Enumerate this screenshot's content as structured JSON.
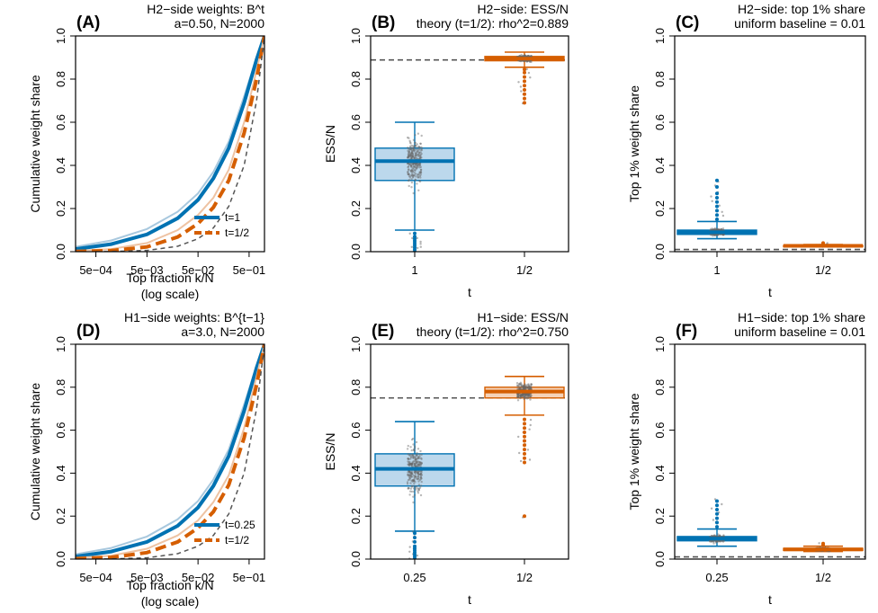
{
  "colors": {
    "blue": "#0072b2",
    "orange": "#d55e00",
    "blue_light": "#a8c8de",
    "orange_light": "#eec3a3",
    "box_fill_blue": "#bcd8ec",
    "box_fill_orange": "#f5d2b8",
    "jitter": "#666666",
    "reference": "#555555"
  },
  "chart_data": [
    {
      "id": "A",
      "type": "line",
      "label": "(A)",
      "title": [
        "H2−side weights:  B^t",
        "a=0.50,  N=2000"
      ],
      "xlabel": [
        "Top fraction k/N",
        "(log scale)"
      ],
      "ylabel": "Cumulative weight share",
      "xscale": "log",
      "xlim": [
        0.0002,
        1
      ],
      "ylim": [
        0,
        1
      ],
      "xticks": [
        0.0005,
        0.005,
        0.05,
        0.5
      ],
      "xticklabels": [
        "5e−04",
        "5e−03",
        "5e−02",
        "5e−01"
      ],
      "yticks": [
        0,
        0.2,
        0.4,
        0.6,
        0.8,
        1
      ],
      "yticklabels": [
        "0.0",
        "0.2",
        "0.4",
        "0.6",
        "0.8",
        "1.0"
      ],
      "legend": {
        "position": "bottom-right",
        "entries": [
          {
            "label": "t=1",
            "color": "blue",
            "dash": false
          },
          {
            "label": "t=1/2",
            "color": "orange",
            "dash": true
          }
        ]
      },
      "series": [
        {
          "color": "blue_light",
          "width": 2,
          "dash": false,
          "points": [
            [
              0.0002,
              0.022
            ],
            [
              0.001,
              0.052
            ],
            [
              0.005,
              0.105
            ],
            [
              0.02,
              0.185
            ],
            [
              0.05,
              0.27
            ],
            [
              0.1,
              0.37
            ],
            [
              0.2,
              0.51
            ],
            [
              0.4,
              0.72
            ],
            [
              0.7,
              0.9
            ],
            [
              1,
              1
            ]
          ]
        },
        {
          "color": "blue",
          "width": 4,
          "dash": false,
          "points": [
            [
              0.0002,
              0.012
            ],
            [
              0.001,
              0.035
            ],
            [
              0.005,
              0.08
            ],
            [
              0.02,
              0.155
            ],
            [
              0.05,
              0.24
            ],
            [
              0.1,
              0.34
            ],
            [
              0.2,
              0.48
            ],
            [
              0.4,
              0.69
            ],
            [
              0.7,
              0.89
            ],
            [
              1,
              1
            ]
          ]
        },
        {
          "color": "orange_light",
          "width": 2,
          "dash": false,
          "points": [
            [
              0.0002,
              0.004
            ],
            [
              0.001,
              0.012
            ],
            [
              0.005,
              0.04
            ],
            [
              0.02,
              0.1
            ],
            [
              0.05,
              0.17
            ],
            [
              0.1,
              0.25
            ],
            [
              0.2,
              0.38
            ],
            [
              0.4,
              0.6
            ],
            [
              0.7,
              0.84
            ],
            [
              1,
              1
            ]
          ]
        },
        {
          "color": "orange",
          "width": 4,
          "dash": true,
          "points": [
            [
              0.0002,
              0.001
            ],
            [
              0.001,
              0.005
            ],
            [
              0.005,
              0.022
            ],
            [
              0.02,
              0.068
            ],
            [
              0.05,
              0.13
            ],
            [
              0.1,
              0.205
            ],
            [
              0.2,
              0.33
            ],
            [
              0.4,
              0.55
            ],
            [
              0.7,
              0.8
            ],
            [
              1,
              1
            ]
          ]
        },
        {
          "color": "reference",
          "width": 1.5,
          "dash": true,
          "points": [
            [
              0.0005,
              0
            ],
            [
              0.001,
              0.001
            ],
            [
              0.005,
              0.006
            ],
            [
              0.02,
              0.025
            ],
            [
              0.05,
              0.06
            ],
            [
              0.1,
              0.11
            ],
            [
              0.2,
              0.21
            ],
            [
              0.4,
              0.4
            ],
            [
              0.7,
              0.7
            ],
            [
              1,
              1
            ]
          ]
        }
      ]
    },
    {
      "id": "B",
      "type": "box",
      "label": "(B)",
      "title": [
        "H2−side:  ESS/N",
        "theory (t=1/2):  rho^2=0.889"
      ],
      "xlabel": [
        "t"
      ],
      "ylabel": "ESS/N",
      "ylim": [
        0,
        1
      ],
      "yticks": [
        0,
        0.2,
        0.4,
        0.6,
        0.8,
        1
      ],
      "yticklabels": [
        "0.0",
        "0.2",
        "0.4",
        "0.6",
        "0.8",
        "1.0"
      ],
      "categories": [
        "1",
        "1/2"
      ],
      "reference_line": 0.889,
      "boxes": [
        {
          "category": "1",
          "color": "blue",
          "fill": "box_fill_blue",
          "min": 0.1,
          "q1": 0.33,
          "median": 0.42,
          "q3": 0.48,
          "max": 0.6,
          "outliers_low": [
            0.0,
            0.01,
            0.02,
            0.03,
            0.04,
            0.05,
            0.06,
            0.07,
            0.085
          ],
          "outliers_high": []
        },
        {
          "category": "1/2",
          "color": "orange",
          "fill": "box_fill_orange",
          "min": 0.855,
          "q1": 0.885,
          "median": 0.895,
          "q3": 0.905,
          "max": 0.925,
          "outliers_low": [
            0.69,
            0.71,
            0.73,
            0.75,
            0.77,
            0.79,
            0.81,
            0.83,
            0.845
          ],
          "outliers_high": []
        }
      ]
    },
    {
      "id": "C",
      "type": "box",
      "label": "(C)",
      "title": [
        "H2−side:  top 1% share",
        "uniform baseline = 0.01"
      ],
      "xlabel": [
        "t"
      ],
      "ylabel": "Top 1% weight share",
      "ylim": [
        0,
        1
      ],
      "yticks": [
        0,
        0.2,
        0.4,
        0.6,
        0.8,
        1
      ],
      "yticklabels": [
        "0.0",
        "0.2",
        "0.4",
        "0.6",
        "0.8",
        "1.0"
      ],
      "categories": [
        "1",
        "1/2"
      ],
      "reference_line": 0.01,
      "boxes": [
        {
          "category": "1",
          "color": "blue",
          "fill": "box_fill_blue",
          "min": 0.06,
          "q1": 0.08,
          "median": 0.09,
          "q3": 0.1,
          "max": 0.14,
          "outliers_low": [],
          "outliers_high": [
            0.15,
            0.17,
            0.19,
            0.21,
            0.23,
            0.25,
            0.27,
            0.3,
            0.33
          ]
        },
        {
          "category": "1/2",
          "color": "orange",
          "fill": "box_fill_orange",
          "min": 0.022,
          "q1": 0.025,
          "median": 0.027,
          "q3": 0.029,
          "max": 0.033,
          "outliers_low": [],
          "outliers_high": [
            0.036,
            0.04
          ]
        }
      ]
    },
    {
      "id": "D",
      "type": "line",
      "label": "(D)",
      "title": [
        "H1−side weights:  B^{t−1}",
        "a=3.0,  N=2000"
      ],
      "xlabel": [
        "Top fraction k/N",
        "(log scale)"
      ],
      "ylabel": "Cumulative weight share",
      "xscale": "log",
      "xlim": [
        0.0002,
        1
      ],
      "ylim": [
        0,
        1
      ],
      "xticks": [
        0.0005,
        0.005,
        0.05,
        0.5
      ],
      "xticklabels": [
        "5e−04",
        "5e−03",
        "5e−02",
        "5e−01"
      ],
      "yticks": [
        0,
        0.2,
        0.4,
        0.6,
        0.8,
        1
      ],
      "yticklabels": [
        "0.0",
        "0.2",
        "0.4",
        "0.6",
        "0.8",
        "1.0"
      ],
      "legend": {
        "position": "bottom-right",
        "entries": [
          {
            "label": "t=0.25",
            "color": "blue",
            "dash": false
          },
          {
            "label": "t=1/2",
            "color": "orange",
            "dash": true
          }
        ]
      },
      "series": [
        {
          "color": "blue_light",
          "width": 2,
          "dash": false,
          "points": [
            [
              0.0002,
              0.022
            ],
            [
              0.001,
              0.052
            ],
            [
              0.005,
              0.105
            ],
            [
              0.02,
              0.185
            ],
            [
              0.05,
              0.27
            ],
            [
              0.1,
              0.37
            ],
            [
              0.2,
              0.51
            ],
            [
              0.4,
              0.72
            ],
            [
              0.7,
              0.9
            ],
            [
              1,
              1
            ]
          ]
        },
        {
          "color": "blue",
          "width": 4,
          "dash": false,
          "points": [
            [
              0.0002,
              0.012
            ],
            [
              0.001,
              0.035
            ],
            [
              0.005,
              0.08
            ],
            [
              0.02,
              0.155
            ],
            [
              0.05,
              0.24
            ],
            [
              0.1,
              0.34
            ],
            [
              0.2,
              0.48
            ],
            [
              0.4,
              0.69
            ],
            [
              0.7,
              0.89
            ],
            [
              1,
              1
            ]
          ]
        },
        {
          "color": "orange_light",
          "width": 2,
          "dash": false,
          "points": [
            [
              0.0002,
              0.006
            ],
            [
              0.001,
              0.016
            ],
            [
              0.005,
              0.048
            ],
            [
              0.02,
              0.11
            ],
            [
              0.05,
              0.18
            ],
            [
              0.1,
              0.265
            ],
            [
              0.2,
              0.39
            ],
            [
              0.4,
              0.61
            ],
            [
              0.7,
              0.85
            ],
            [
              1,
              1
            ]
          ]
        },
        {
          "color": "orange",
          "width": 4,
          "dash": true,
          "points": [
            [
              0.0002,
              0.002
            ],
            [
              0.001,
              0.008
            ],
            [
              0.005,
              0.03
            ],
            [
              0.02,
              0.08
            ],
            [
              0.05,
              0.145
            ],
            [
              0.1,
              0.22
            ],
            [
              0.2,
              0.345
            ],
            [
              0.4,
              0.565
            ],
            [
              0.7,
              0.81
            ],
            [
              1,
              1
            ]
          ]
        },
        {
          "color": "reference",
          "width": 1.5,
          "dash": true,
          "points": [
            [
              0.0005,
              0
            ],
            [
              0.001,
              0.001
            ],
            [
              0.005,
              0.006
            ],
            [
              0.02,
              0.025
            ],
            [
              0.05,
              0.06
            ],
            [
              0.1,
              0.11
            ],
            [
              0.2,
              0.21
            ],
            [
              0.4,
              0.4
            ],
            [
              0.7,
              0.7
            ],
            [
              1,
              1
            ]
          ]
        }
      ]
    },
    {
      "id": "E",
      "type": "box",
      "label": "(E)",
      "title": [
        "H1−side:  ESS/N",
        "theory (t=1/2):  rho^2=0.750"
      ],
      "xlabel": [
        "t"
      ],
      "ylabel": "ESS/N",
      "ylim": [
        0,
        1
      ],
      "yticks": [
        0,
        0.2,
        0.4,
        0.6,
        0.8,
        1
      ],
      "yticklabels": [
        "0.0",
        "0.2",
        "0.4",
        "0.6",
        "0.8",
        "1.0"
      ],
      "categories": [
        "0.25",
        "1/2"
      ],
      "reference_line": 0.75,
      "boxes": [
        {
          "category": "0.25",
          "color": "blue",
          "fill": "box_fill_blue",
          "min": 0.13,
          "q1": 0.34,
          "median": 0.42,
          "q3": 0.49,
          "max": 0.64,
          "outliers_low": [
            0.0,
            0.01,
            0.02,
            0.03,
            0.04,
            0.05,
            0.06,
            0.08,
            0.1,
            0.12
          ],
          "outliers_high": []
        },
        {
          "category": "1/2",
          "color": "orange",
          "fill": "box_fill_orange",
          "min": 0.67,
          "q1": 0.75,
          "median": 0.78,
          "q3": 0.8,
          "max": 0.85,
          "outliers_low": [
            0.2,
            0.45,
            0.47,
            0.49,
            0.51,
            0.53,
            0.55,
            0.57,
            0.59,
            0.61,
            0.63,
            0.65
          ],
          "outliers_high": []
        }
      ]
    },
    {
      "id": "F",
      "type": "box",
      "label": "(F)",
      "title": [
        "H1−side:  top 1% share",
        "uniform baseline = 0.01"
      ],
      "xlabel": [
        "t"
      ],
      "ylabel": "Top 1% weight share",
      "ylim": [
        0,
        1
      ],
      "yticks": [
        0,
        0.2,
        0.4,
        0.6,
        0.8,
        1
      ],
      "yticklabels": [
        "0.0",
        "0.2",
        "0.4",
        "0.6",
        "0.8",
        "1.0"
      ],
      "categories": [
        "0.25",
        "1/2"
      ],
      "reference_line": 0.01,
      "boxes": [
        {
          "category": "0.25",
          "color": "blue",
          "fill": "box_fill_blue",
          "min": 0.06,
          "q1": 0.085,
          "median": 0.095,
          "q3": 0.105,
          "max": 0.14,
          "outliers_low": [],
          "outliers_high": [
            0.15,
            0.17,
            0.19,
            0.21,
            0.23,
            0.25,
            0.27
          ]
        },
        {
          "category": "1/2",
          "color": "orange",
          "fill": "box_fill_orange",
          "min": 0.035,
          "q1": 0.04,
          "median": 0.045,
          "q3": 0.05,
          "max": 0.06,
          "outliers_low": [],
          "outliers_high": [
            0.065,
            0.072
          ]
        }
      ]
    }
  ]
}
